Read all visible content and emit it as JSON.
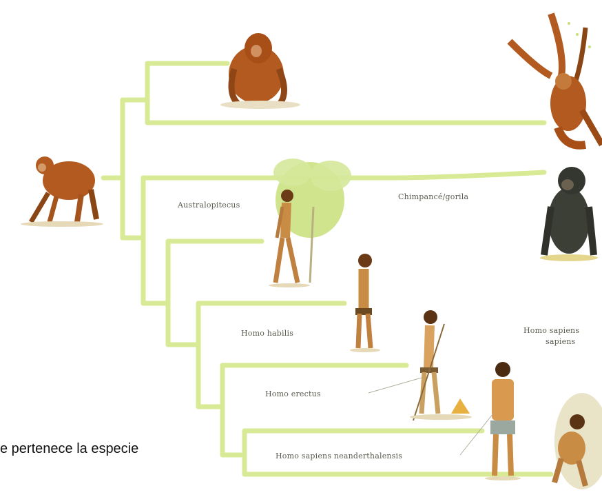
{
  "labels": {
    "australopithecus": "Australopitecus",
    "chimp_gorilla": "Chimpancé/gorila",
    "habilis": "Homo habilis",
    "erectus": "Homo erectus",
    "sapiens_sapiens_line1": "Homo sapiens",
    "sapiens_sapiens_line2": "sapiens",
    "neanderthal": "Homo sapiens neanderthalensis"
  },
  "caption": "e pertenece la especie",
  "colors": {
    "branch": "#d9ea96",
    "branch_dark": "#c5dc78",
    "ape_fur": "#b25a1f",
    "skin": "#c98c45",
    "foliage": "#c8df7a",
    "chimp": "#3c3f36"
  },
  "figures": [
    "ancestor-ape-icon",
    "orangutan-sitting-icon",
    "orangutan-hanging-icon",
    "chimpanzee-icon",
    "australopithecus-figure-icon",
    "homo-habilis-figure-icon",
    "homo-erectus-figure-icon",
    "neanderthal-figure-icon",
    "crouching-hominid-icon"
  ]
}
